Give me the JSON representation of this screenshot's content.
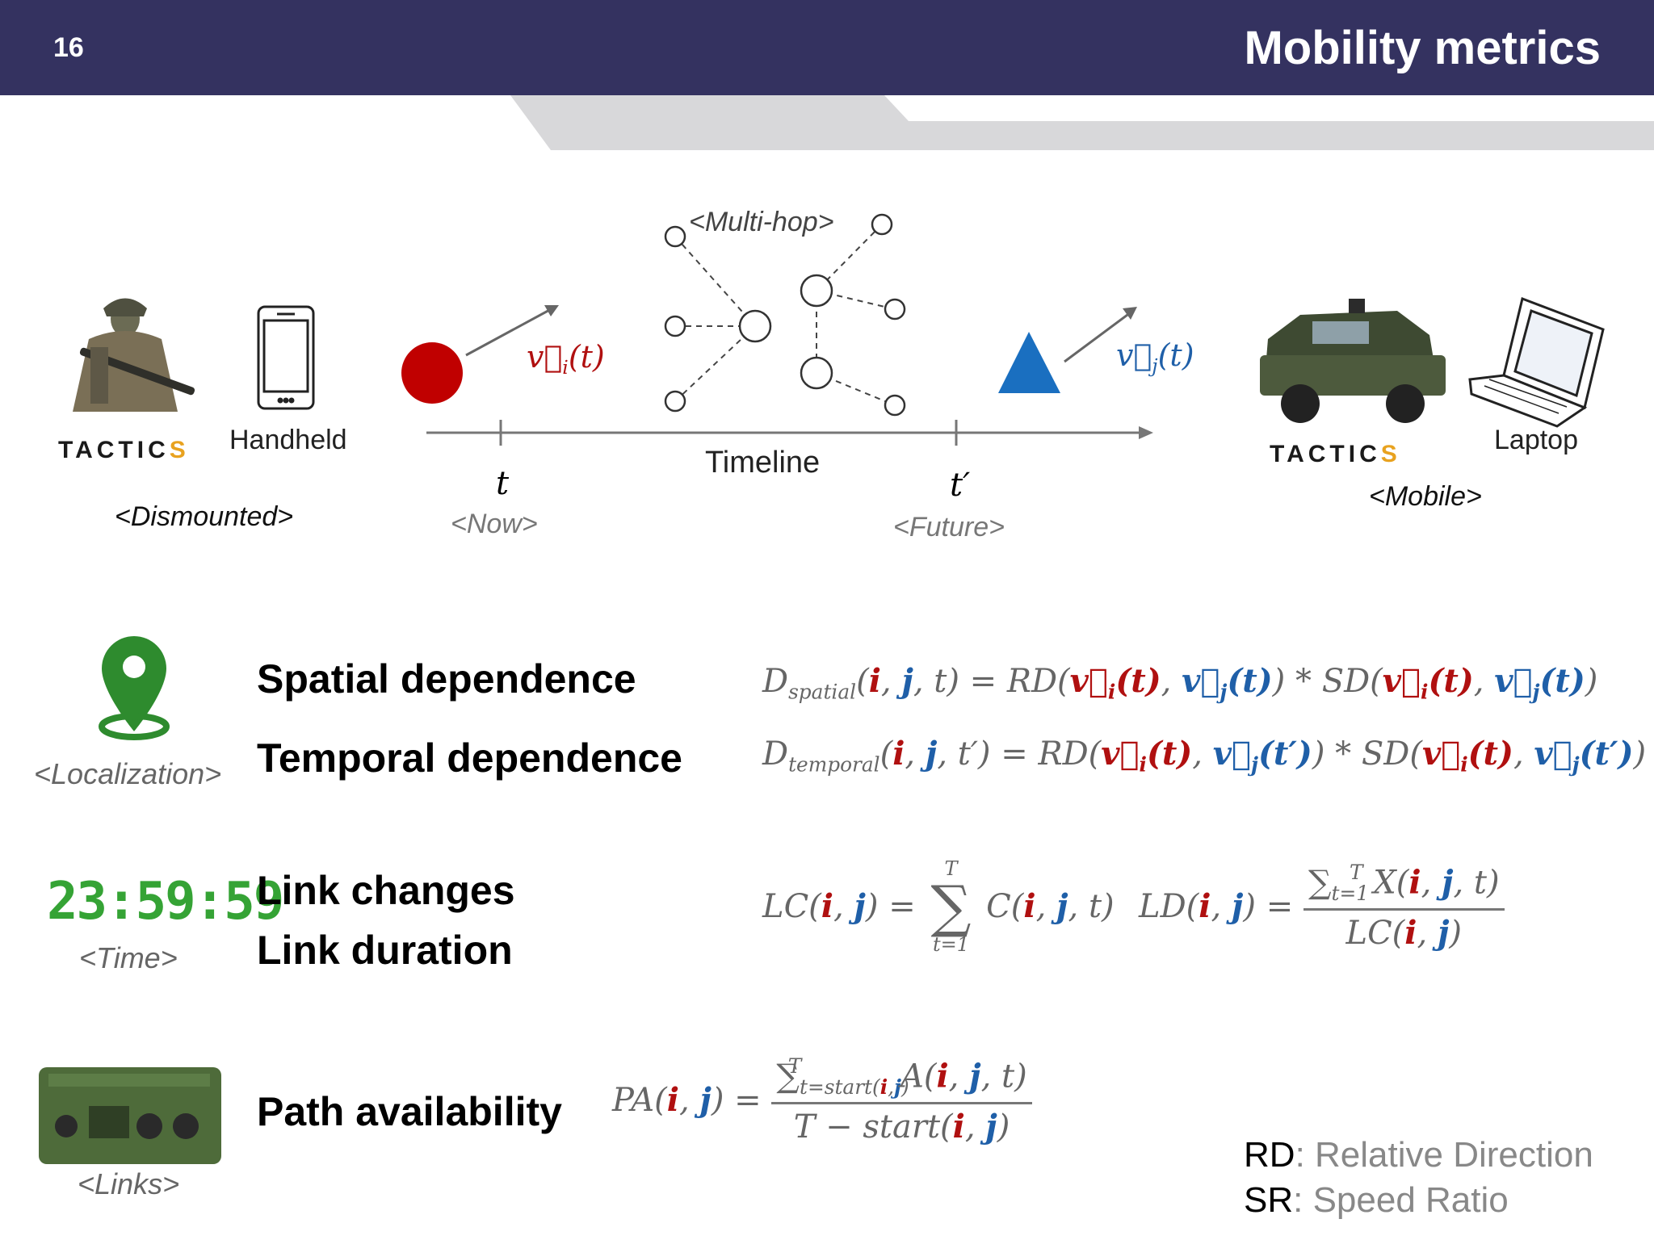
{
  "slide": {
    "number": "16",
    "title": "Mobility metrics"
  },
  "top_diagram": {
    "multi_hop_label": "<Multi-hop>",
    "dismounted": {
      "tactics": "TACTIC",
      "tactics_last": "S",
      "device": "Handheld",
      "caption": "<Dismounted>"
    },
    "mobile": {
      "tactics": "TACTIC",
      "tactics_last": "S",
      "device": "Laptop",
      "caption": "<Mobile>"
    },
    "vector_i": {
      "v": "v⃗",
      "sub": "i",
      "arg": "(t)"
    },
    "vector_j": {
      "v": "v⃗",
      "sub": "j",
      "arg": "(t)"
    },
    "timeline": {
      "label": "Timeline",
      "t_now": "t",
      "now_caption": "<Now>",
      "t_future": "t′",
      "future_caption": "<Future>"
    }
  },
  "rows": {
    "localization": {
      "caption": "<Localization>",
      "spatial_title": "Spatial dependence",
      "temporal_title": "Temporal dependence"
    },
    "time": {
      "clock": "23:59:59",
      "caption": "<Time>",
      "link_changes_title": "Link changes",
      "link_duration_title": "Link duration"
    },
    "links": {
      "caption": "<Links>",
      "path_title": "Path availability"
    }
  },
  "legend": [
    {
      "abbr": "RD",
      "text": ": Relative Direction"
    },
    {
      "abbr": "SR",
      "text": ": Speed Ratio"
    }
  ],
  "colors": {
    "header": "#343260",
    "accent_red": "#b01010",
    "accent_blue": "#1f5fa8",
    "triangle": "#1a6fc0",
    "clock_green": "#35a335"
  }
}
